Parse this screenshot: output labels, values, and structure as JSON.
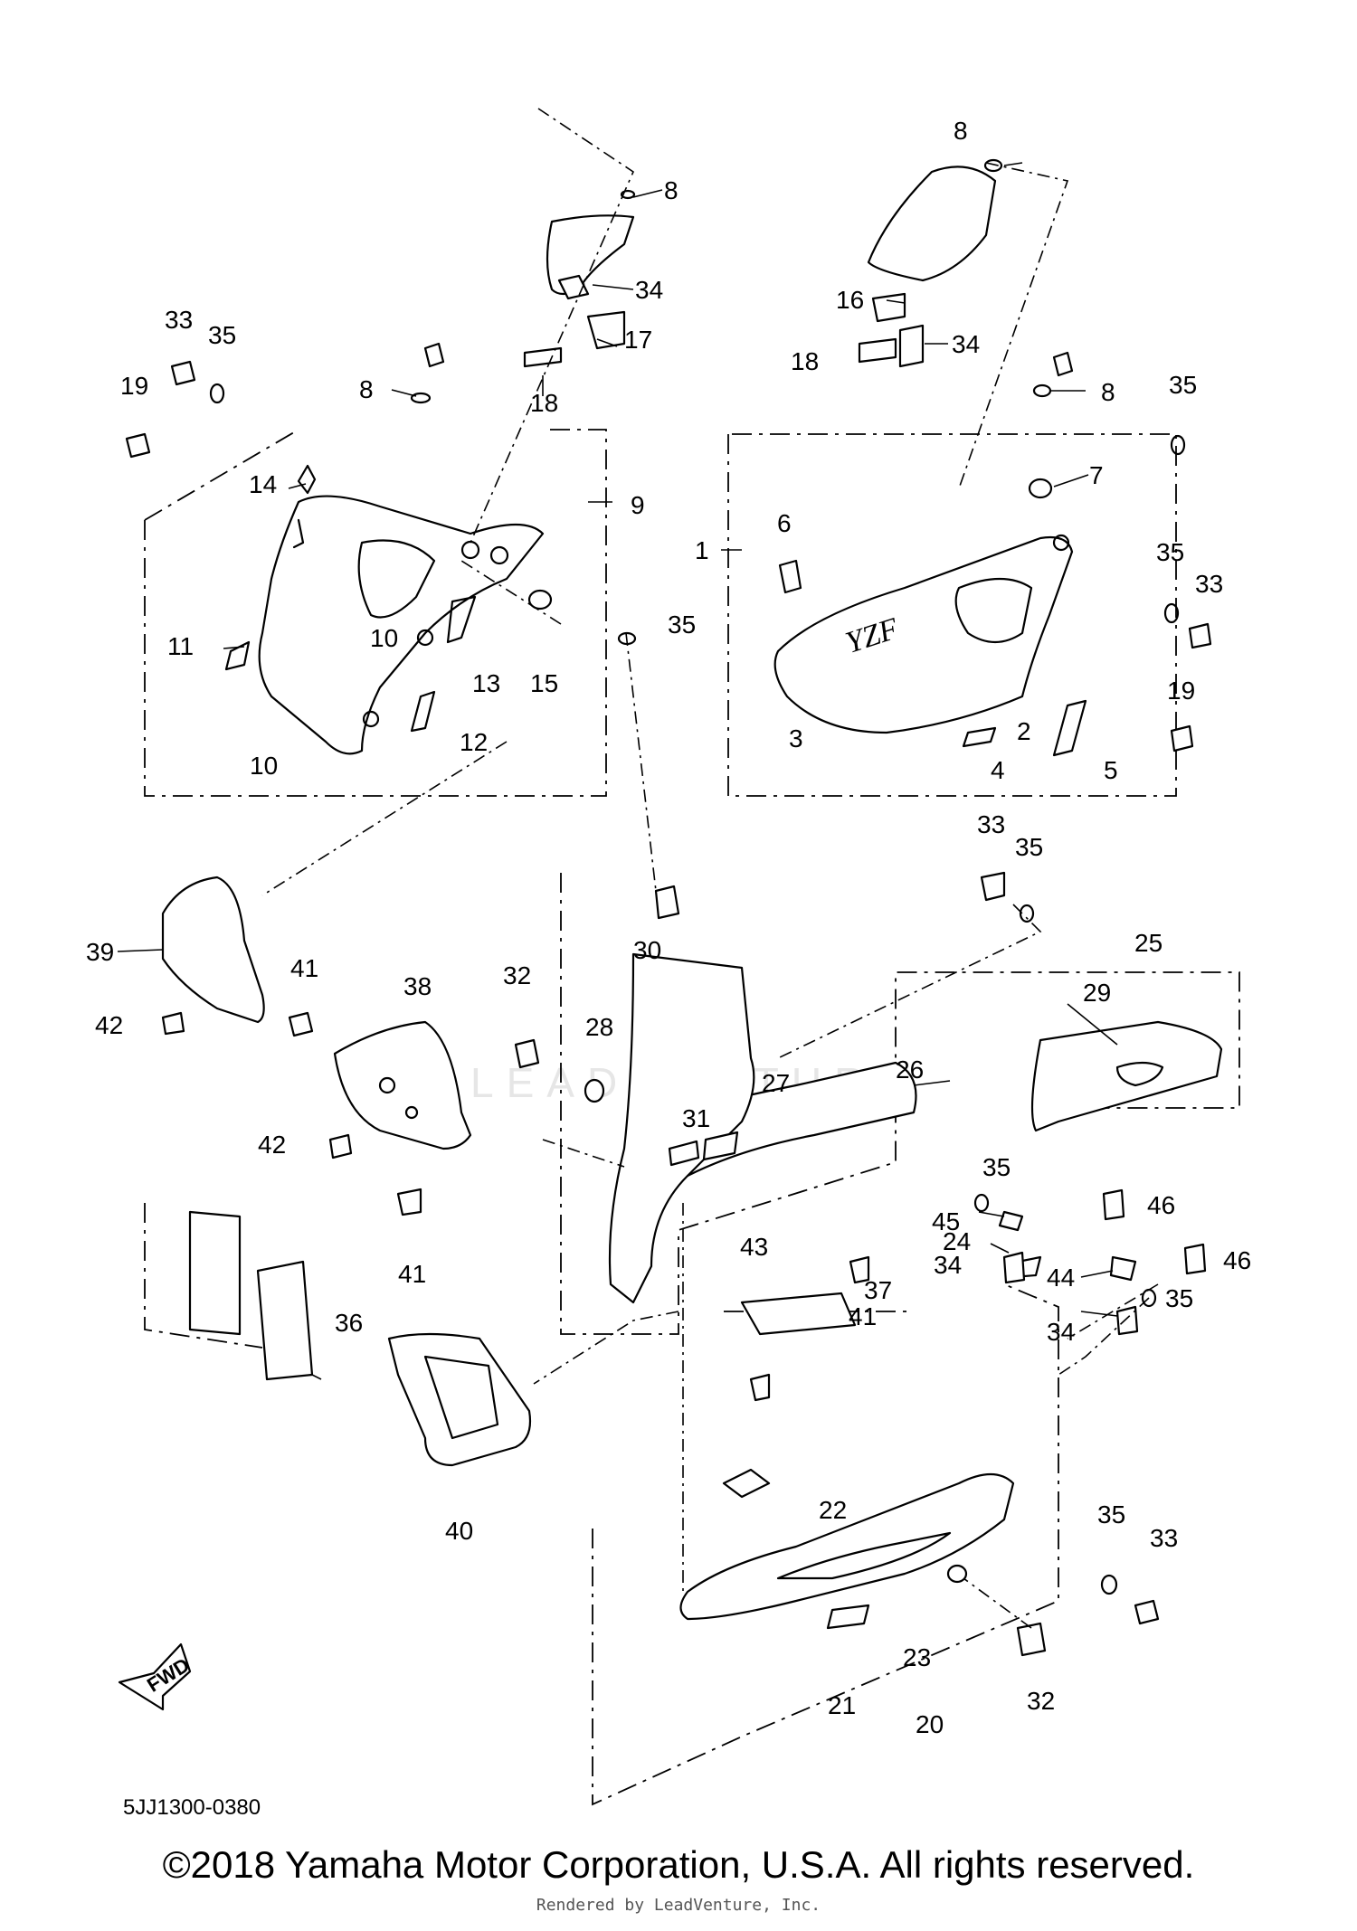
{
  "diagram": {
    "code": "5JJ1300-0380",
    "copyright": "©2018 Yamaha Motor Corporation, U.S.A. All rights reserved.",
    "rendered_by": "Rendered by LeadVenture, Inc.",
    "watermark": "LEADVENTURE",
    "fwd_label": "FWD",
    "brand_mark": "YZF"
  },
  "callouts": [
    {
      "id": "c1",
      "label": "1"
    },
    {
      "id": "c2",
      "label": "2"
    },
    {
      "id": "c3",
      "label": "3"
    },
    {
      "id": "c4",
      "label": "4"
    },
    {
      "id": "c5",
      "label": "5"
    },
    {
      "id": "c6",
      "label": "6"
    },
    {
      "id": "c7",
      "label": "7"
    },
    {
      "id": "c8a",
      "label": "8"
    },
    {
      "id": "c8b",
      "label": "8"
    },
    {
      "id": "c8c",
      "label": "8"
    },
    {
      "id": "c8d",
      "label": "8"
    },
    {
      "id": "c9",
      "label": "9"
    },
    {
      "id": "c10a",
      "label": "10"
    },
    {
      "id": "c10b",
      "label": "10"
    },
    {
      "id": "c11",
      "label": "11"
    },
    {
      "id": "c12",
      "label": "12"
    },
    {
      "id": "c13",
      "label": "13"
    },
    {
      "id": "c14",
      "label": "14"
    },
    {
      "id": "c15",
      "label": "15"
    },
    {
      "id": "c16",
      "label": "16"
    },
    {
      "id": "c17",
      "label": "17"
    },
    {
      "id": "c18a",
      "label": "18"
    },
    {
      "id": "c18b",
      "label": "18"
    },
    {
      "id": "c19a",
      "label": "19"
    },
    {
      "id": "c19b",
      "label": "19"
    },
    {
      "id": "c20",
      "label": "20"
    },
    {
      "id": "c21",
      "label": "21"
    },
    {
      "id": "c22",
      "label": "22"
    },
    {
      "id": "c23",
      "label": "23"
    },
    {
      "id": "c24",
      "label": "24"
    },
    {
      "id": "c25",
      "label": "25"
    },
    {
      "id": "c26",
      "label": "26"
    },
    {
      "id": "c27",
      "label": "27"
    },
    {
      "id": "c28",
      "label": "28"
    },
    {
      "id": "c29",
      "label": "29"
    },
    {
      "id": "c30",
      "label": "30"
    },
    {
      "id": "c31",
      "label": "31"
    },
    {
      "id": "c32a",
      "label": "32"
    },
    {
      "id": "c32b",
      "label": "32"
    },
    {
      "id": "c33a",
      "label": "33"
    },
    {
      "id": "c33b",
      "label": "33"
    },
    {
      "id": "c33c",
      "label": "33"
    },
    {
      "id": "c33d",
      "label": "33"
    },
    {
      "id": "c34a",
      "label": "34"
    },
    {
      "id": "c34b",
      "label": "34"
    },
    {
      "id": "c34c",
      "label": "34"
    },
    {
      "id": "c34d",
      "label": "34"
    },
    {
      "id": "c35a",
      "label": "35"
    },
    {
      "id": "c35b",
      "label": "35"
    },
    {
      "id": "c35c",
      "label": "35"
    },
    {
      "id": "c35d",
      "label": "35"
    },
    {
      "id": "c35e",
      "label": "35"
    },
    {
      "id": "c35f",
      "label": "35"
    },
    {
      "id": "c35g",
      "label": "35"
    },
    {
      "id": "c35h",
      "label": "35"
    },
    {
      "id": "c35i",
      "label": "35"
    },
    {
      "id": "c36",
      "label": "36"
    },
    {
      "id": "c37",
      "label": "37"
    },
    {
      "id": "c38",
      "label": "38"
    },
    {
      "id": "c39",
      "label": "39"
    },
    {
      "id": "c40",
      "label": "40"
    },
    {
      "id": "c41a",
      "label": "41"
    },
    {
      "id": "c41b",
      "label": "41"
    },
    {
      "id": "c41c",
      "label": "41"
    },
    {
      "id": "c42a",
      "label": "42"
    },
    {
      "id": "c42b",
      "label": "42"
    },
    {
      "id": "c43",
      "label": "43"
    },
    {
      "id": "c44",
      "label": "44"
    },
    {
      "id": "c45",
      "label": "45"
    },
    {
      "id": "c46a",
      "label": "46"
    },
    {
      "id": "c46b",
      "label": "46"
    }
  ]
}
